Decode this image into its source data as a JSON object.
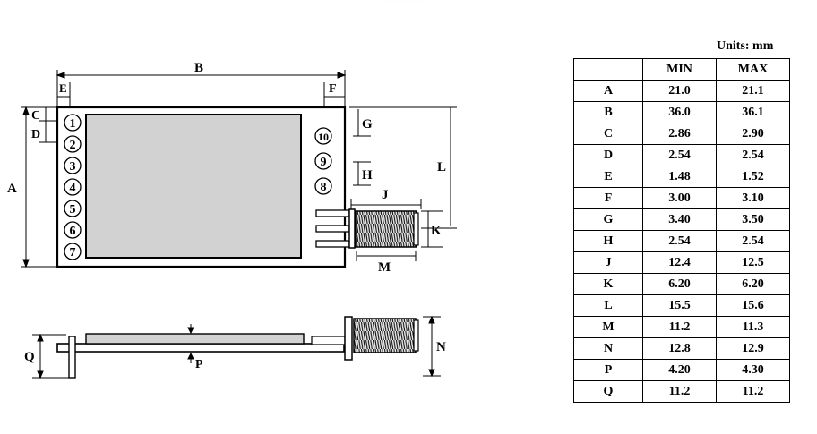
{
  "units_label": "Units: mm",
  "table": {
    "headers": [
      "",
      "MIN",
      "MAX"
    ],
    "rows": [
      {
        "dim": "A",
        "min": "21.0",
        "max": "21.1"
      },
      {
        "dim": "B",
        "min": "36.0",
        "max": "36.1"
      },
      {
        "dim": "C",
        "min": "2.86",
        "max": "2.90"
      },
      {
        "dim": "D",
        "min": "2.54",
        "max": "2.54"
      },
      {
        "dim": "E",
        "min": "1.48",
        "max": "1.52"
      },
      {
        "dim": "F",
        "min": "3.00",
        "max": "3.10"
      },
      {
        "dim": "G",
        "min": "3.40",
        "max": "3.50"
      },
      {
        "dim": "H",
        "min": "2.54",
        "max": "2.54"
      },
      {
        "dim": "J",
        "min": "12.4",
        "max": "12.5"
      },
      {
        "dim": "K",
        "min": "6.20",
        "max": "6.20"
      },
      {
        "dim": "L",
        "min": "15.5",
        "max": "15.6"
      },
      {
        "dim": "M",
        "min": "11.2",
        "max": "11.3"
      },
      {
        "dim": "N",
        "min": "12.8",
        "max": "12.9"
      },
      {
        "dim": "P",
        "min": "4.20",
        "max": "4.30"
      },
      {
        "dim": "Q",
        "min": "11.2",
        "max": "11.2"
      }
    ]
  },
  "diagram": {
    "labels": {
      "A": "A",
      "B": "B",
      "C": "C",
      "D": "D",
      "E": "E",
      "F": "F",
      "G": "G",
      "H": "H",
      "J": "J",
      "K": "K",
      "L": "L",
      "M": "M",
      "N": "N",
      "P": "P",
      "Q": "Q"
    },
    "left_pins": [
      "1",
      "2",
      "3",
      "4",
      "5",
      "6",
      "7"
    ],
    "right_pins": [
      "10",
      "9",
      "8"
    ]
  }
}
